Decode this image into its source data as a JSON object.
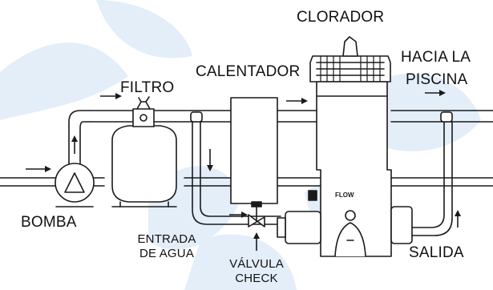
{
  "labels": {
    "clorador": "CLORADOR",
    "hacia_la": "HACIA LA",
    "piscina": "PISCINA",
    "calentador": "CALENTADOR",
    "filtro": "FILTRO",
    "bomba": "BOMBA",
    "entrada": "ENTRADA",
    "de_agua": "DE AGUA",
    "valvula": "VÁLVULA",
    "check": "CHECK",
    "salida": "SALIDA",
    "flow": "FLOW"
  },
  "colors": {
    "line": "#1a1a1a",
    "watermark": "#dbe9f7",
    "fill": "#ffffff"
  },
  "icons": [
    "arrow-icon",
    "pump-icon",
    "filter-tank-icon",
    "heater-icon",
    "chlorinator-icon",
    "check-valve-icon"
  ]
}
